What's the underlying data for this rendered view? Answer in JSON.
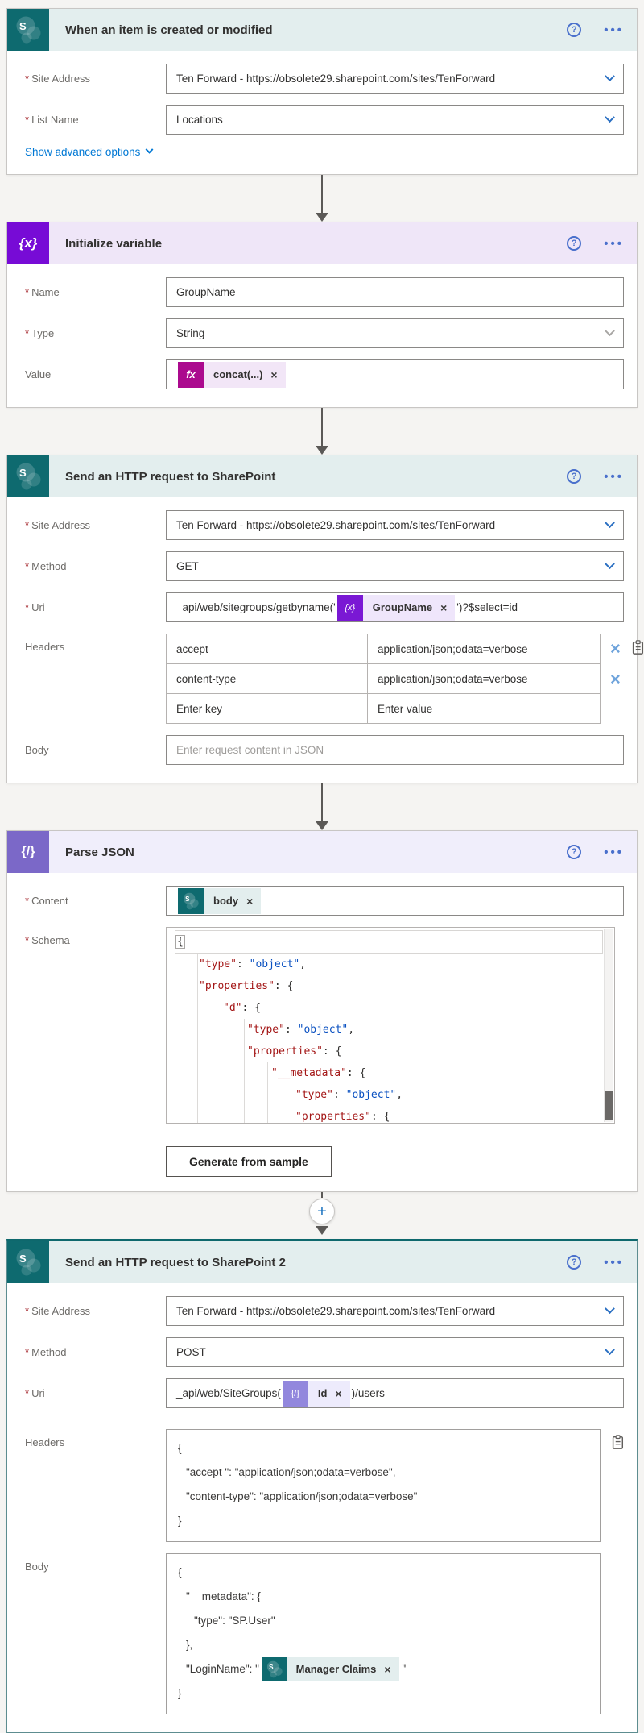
{
  "ui": {
    "required": "*",
    "help": "?",
    "ellipsis": "•••",
    "close": "×",
    "plus": "+",
    "advanced_link": "Show advanced options"
  },
  "colors": {
    "sharepoint_teal": "#0e6a6f",
    "sharepoint_band": "#e3eeee",
    "variable_purple": "#770bd6",
    "expression_magenta": "#ab0a8e",
    "parse_json_purple": "#7b68c8",
    "accent_blue": "#0078d4"
  },
  "trigger": {
    "title": "When an item is created or modified",
    "site_address_label": "Site Address",
    "site_address_value": "Ten Forward - https://obsolete29.sharepoint.com/sites/TenForward",
    "list_name_label": "List Name",
    "list_name_value": "Locations"
  },
  "init_variable": {
    "title": "Initialize variable",
    "name_label": "Name",
    "name_value": "GroupName",
    "type_label": "Type",
    "type_value": "String",
    "value_label": "Value",
    "value_token": {
      "icon": "fx",
      "label": "concat(...)"
    }
  },
  "http1": {
    "title": "Send an HTTP request to SharePoint",
    "site_address_label": "Site Address",
    "site_address_value": "Ten Forward - https://obsolete29.sharepoint.com/sites/TenForward",
    "method_label": "Method",
    "method_value": "GET",
    "uri_label": "Uri",
    "uri_prefix": "_api/web/sitegroups/getbyname('",
    "uri_token": {
      "icon": "{x}",
      "label": "GroupName"
    },
    "uri_suffix": "')?$select=id",
    "headers_label": "Headers",
    "headers_rows": [
      {
        "key": "accept",
        "value": "application/json;odata=verbose"
      },
      {
        "key": "content-type",
        "value": "application/json;odata=verbose"
      }
    ],
    "key_placeholder": "Enter key",
    "value_placeholder": "Enter value",
    "body_label": "Body",
    "body_placeholder": "Enter request content in JSON"
  },
  "parse_json": {
    "title": "Parse JSON",
    "content_label": "Content",
    "content_token": {
      "label": "body"
    },
    "schema_label": "Schema",
    "schema_lines": [
      {
        "p1": "{"
      },
      {
        "k": "\"type\"",
        "p1": ": ",
        "v": "\"object\"",
        "p2": ","
      },
      {
        "k": "\"properties\"",
        "p1": ": {"
      },
      {
        "k": "\"d\"",
        "p1": ": {"
      },
      {
        "k": "\"type\"",
        "p1": ": ",
        "v": "\"object\"",
        "p2": ","
      },
      {
        "k": "\"properties\"",
        "p1": ": {"
      },
      {
        "k": "\"__metadata\"",
        "p1": ": {"
      },
      {
        "k": "\"type\"",
        "p1": ": ",
        "v": "\"object\"",
        "p2": ","
      },
      {
        "k": "\"properties\"",
        "p1": ": {"
      }
    ],
    "generate_button": "Generate from sample"
  },
  "http2": {
    "title": "Send an HTTP request to SharePoint 2",
    "site_address_label": "Site Address",
    "site_address_value": "Ten Forward - https://obsolete29.sharepoint.com/sites/TenForward",
    "method_label": "Method",
    "method_value": "POST",
    "uri_label": "Uri",
    "uri_prefix": "_api/web/SiteGroups(",
    "uri_token": {
      "icon": "{/}",
      "label": "Id"
    },
    "uri_suffix": ")/users",
    "headers_label": "Headers",
    "headers_lines": [
      "{",
      "\"accept \": \"application/json;odata=verbose\",",
      "\"content-type\": \"application/json;odata=verbose\"",
      "}"
    ],
    "body_label": "Body",
    "body_lines": [
      "{",
      "\"__metadata\": {",
      "\"type\": \"SP.User\"",
      "},"
    ],
    "login_prefix": "\"LoginName\": \" ",
    "login_token": {
      "label": "Manager Claims"
    },
    "login_suffix": " \"",
    "body_close": "}"
  }
}
